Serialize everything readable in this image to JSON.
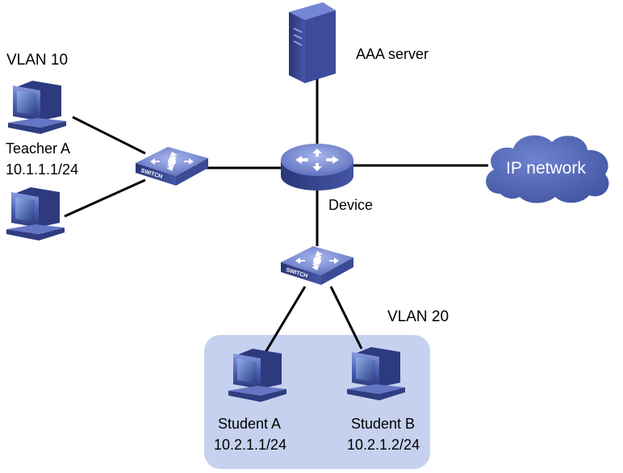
{
  "labels": {
    "vlan10": "VLAN 10",
    "vlan20": "VLAN 20",
    "aaa_server": "AAA server",
    "device": "Device",
    "ip_network": "IP network",
    "teacher_a_name": "Teacher A",
    "teacher_a_ip": "10.1.1.1/24",
    "student_a_name": "Student A",
    "student_a_ip": "10.2.1.1/24",
    "student_b_name": "Student B",
    "student_b_ip": "10.2.1.2/24",
    "switch_text_1": "SWITCH",
    "switch_text_2": "SWITCH"
  },
  "icons": {
    "server": "server-tower-icon",
    "router": "router-icon",
    "switch": "switch-icon",
    "pc": "desktop-pc-icon",
    "cloud": "cloud-icon"
  },
  "colors": {
    "device_blue": "#4a5fb0",
    "device_dark": "#2f3c80",
    "cloud_fill": "#4f63b4",
    "vlan20_zone": "#c5d1ee",
    "link": "#000000"
  }
}
